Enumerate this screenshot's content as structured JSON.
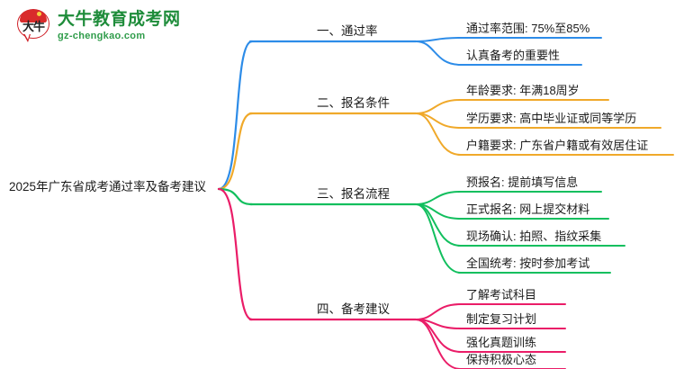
{
  "logo": {
    "mark_text": "大牛",
    "brand_name": "大牛教育成考网",
    "brand_url": "gz-chengkao.com",
    "mark_color": "#cf2027",
    "brand_color": "#1e8c3a"
  },
  "mindmap": {
    "root": "2025年广东省成考通过率及备考建议",
    "branches": [
      {
        "label": "一、通过率",
        "color": "#2d8ce8",
        "children": [
          "通过率范围: 75%至85%",
          "认真备考的重要性"
        ]
      },
      {
        "label": "二、报名条件",
        "color": "#f0a92a",
        "children": [
          "年龄要求: 年满18周岁",
          "学历要求: 高中毕业证或同等学历",
          "户籍要求: 广东省户籍或有效居住证"
        ]
      },
      {
        "label": "三、报名流程",
        "color": "#12bf5e",
        "children": [
          "预报名: 提前填写信息",
          "正式报名: 网上提交材料",
          "现场确认: 拍照、指纹采集",
          "全国统考: 按时参加考试"
        ]
      },
      {
        "label": "四、备考建议",
        "color": "#ea1d68",
        "children": [
          "了解考试科目",
          "制定复习计划",
          "强化真题训练",
          "保持积极心态"
        ]
      }
    ]
  }
}
